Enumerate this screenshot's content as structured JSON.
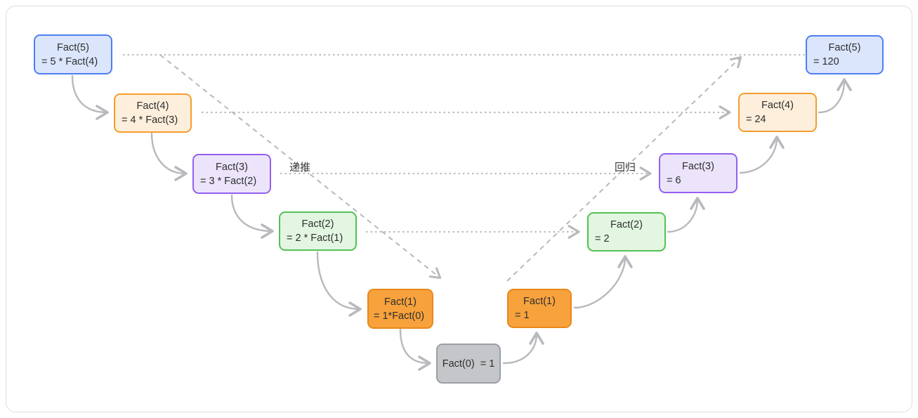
{
  "labels": {
    "descend": "递推",
    "return": "回归"
  },
  "nodes": {
    "l5": {
      "title": "Fact(5)",
      "detail": "= 5 * Fact(4)"
    },
    "l4": {
      "title": "Fact(4)",
      "detail": "= 4 * Fact(3)"
    },
    "l3": {
      "title": "Fact(3)",
      "detail": "= 3 * Fact(2)"
    },
    "l2": {
      "title": "Fact(2)",
      "detail": "= 2 * Fact(1)"
    },
    "l1": {
      "title": "Fact(1)",
      "detail": "= 1*Fact(0)"
    },
    "base": {
      "text": "Fact(0)  = 1"
    },
    "r1": {
      "title": "Fact(1)",
      "detail": "= 1"
    },
    "r2": {
      "title": "Fact(2)",
      "detail": "= 2"
    },
    "r3": {
      "title": "Fact(3)",
      "detail": "= 6"
    },
    "r4": {
      "title": "Fact(4)",
      "detail": "= 24"
    },
    "r5": {
      "title": "Fact(5)",
      "detail": "= 120"
    }
  },
  "colors": {
    "blue_fill": "#dbe6fc",
    "blue_border": "#4e7ef2",
    "peach_fill": "#fdefdc",
    "peach_border": "#f59d2e",
    "purple_fill": "#ece4fb",
    "purple_border": "#9360f0",
    "green_fill": "#e2f6e1",
    "green_border": "#55c155",
    "orange_fill": "#f7a23c",
    "orange_border": "#e8891b",
    "gray_fill": "#c4c6ca",
    "gray_border": "#9aa0a6",
    "text": "#2e2e2e",
    "connector": "#b7b9bd",
    "card_border": "#dcdee1"
  }
}
